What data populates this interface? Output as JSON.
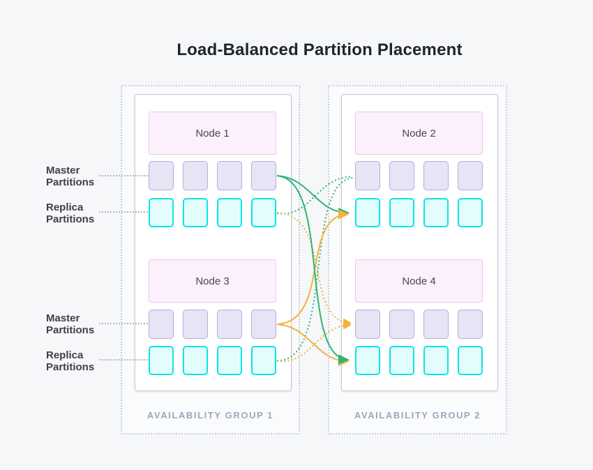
{
  "title": "Load-Balanced Partition Placement",
  "side_labels": {
    "master": [
      "Master",
      "Partitions"
    ],
    "replica": [
      "Replica",
      "Partitions"
    ]
  },
  "groups": [
    {
      "caption": "AVAILABILITY GROUP 1",
      "nodes": [
        {
          "name": "Node 1"
        },
        {
          "name": "Node 3"
        }
      ]
    },
    {
      "caption": "AVAILABILITY GROUP 2",
      "nodes": [
        {
          "name": "Node 2"
        },
        {
          "name": "Node 4"
        }
      ]
    }
  ],
  "partitions_per_row": 4,
  "colors": {
    "master_partition_fill": "#e7e4f6",
    "master_partition_border": "#b3abdf",
    "replica_partition_fill": "#e3fdfc",
    "replica_partition_border": "#0be4e6",
    "node_header_fill": "#fcf0fc",
    "node_header_border": "#f0c6ec",
    "arrow_green": "#2bb673",
    "arrow_orange": "#f2b23c"
  },
  "arrows": [
    {
      "from": "Node 1 master",
      "to": "Node 2 replica",
      "line": "solid",
      "color": "green"
    },
    {
      "from": "Node 1 master",
      "to": "Node 4 replica",
      "line": "solid",
      "color": "green"
    },
    {
      "from": "Node 3 master",
      "to": "Node 2 replica",
      "line": "solid",
      "color": "orange"
    },
    {
      "from": "Node 3 master",
      "to": "Node 4 replica",
      "line": "solid",
      "color": "orange"
    },
    {
      "from": "Node 1 replica",
      "to": "Node 2 master",
      "line": "dotted",
      "color": "green"
    },
    {
      "from": "Node 3 replica",
      "to": "Node 2 master",
      "line": "dotted",
      "color": "green"
    },
    {
      "from": "Node 1 replica",
      "to": "Node 4 master",
      "line": "dotted",
      "color": "orange"
    },
    {
      "from": "Node 3 replica",
      "to": "Node 4 master",
      "line": "dotted",
      "color": "orange"
    }
  ]
}
